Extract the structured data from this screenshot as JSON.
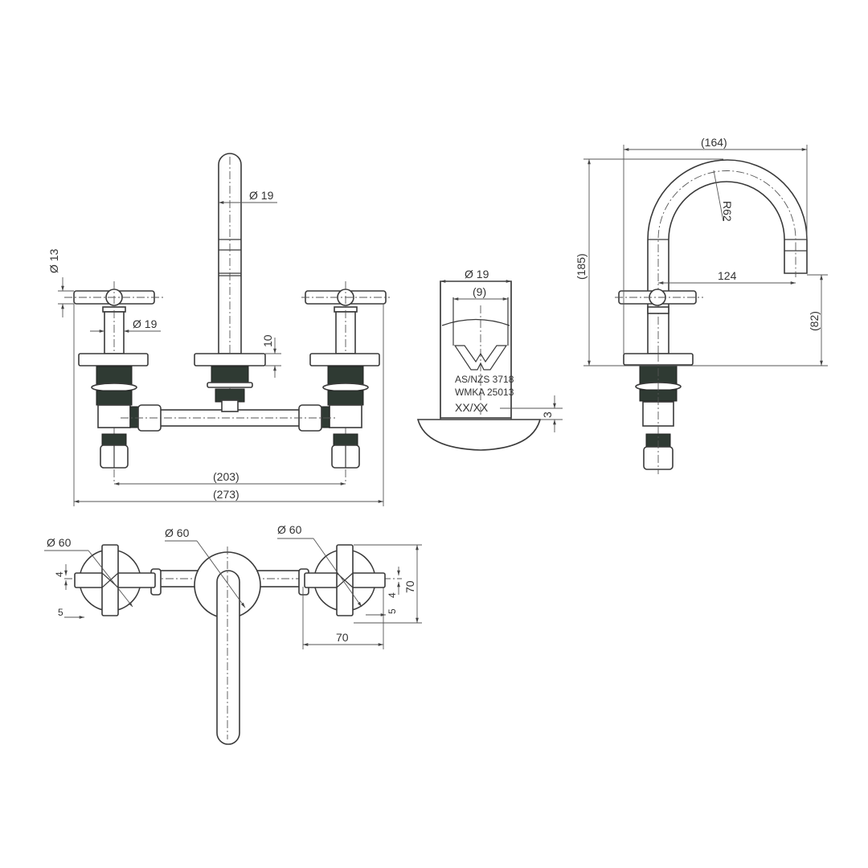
{
  "drawing": {
    "title": "Three-piece basin tap set technical drawing",
    "front_view": {
      "spout_diameter": "Ø 19",
      "handle_bar_diameter": "Ø 13",
      "handle_body_diameter": "Ø 19",
      "flange_thickness": "10",
      "handle_centres": "(203)",
      "overall_width": "(273)"
    },
    "aerator_detail": {
      "outer_diameter": "Ø 19",
      "outlet_width": "(9)",
      "standard_line1": "AS/NZS  3718",
      "standard_line2": "WMKA  25013",
      "date_code": "XX/XX",
      "lip_height": "3"
    },
    "side_view": {
      "reach_overall": "(164)",
      "height_overall": "(185)",
      "bend_radius": "R62",
      "spout_reach": "124",
      "spout_outlet_height": "(82)"
    },
    "top_view": {
      "left_flange_diameter": "Ø 60",
      "centre_flange_diameter": "Ø 60",
      "right_flange_diameter": "Ø 60",
      "left_offset_a": "4",
      "left_offset_b": "5",
      "right_offset_a": "4",
      "right_offset_b": "5",
      "handle_length": "70",
      "handle_depth": "70"
    }
  }
}
